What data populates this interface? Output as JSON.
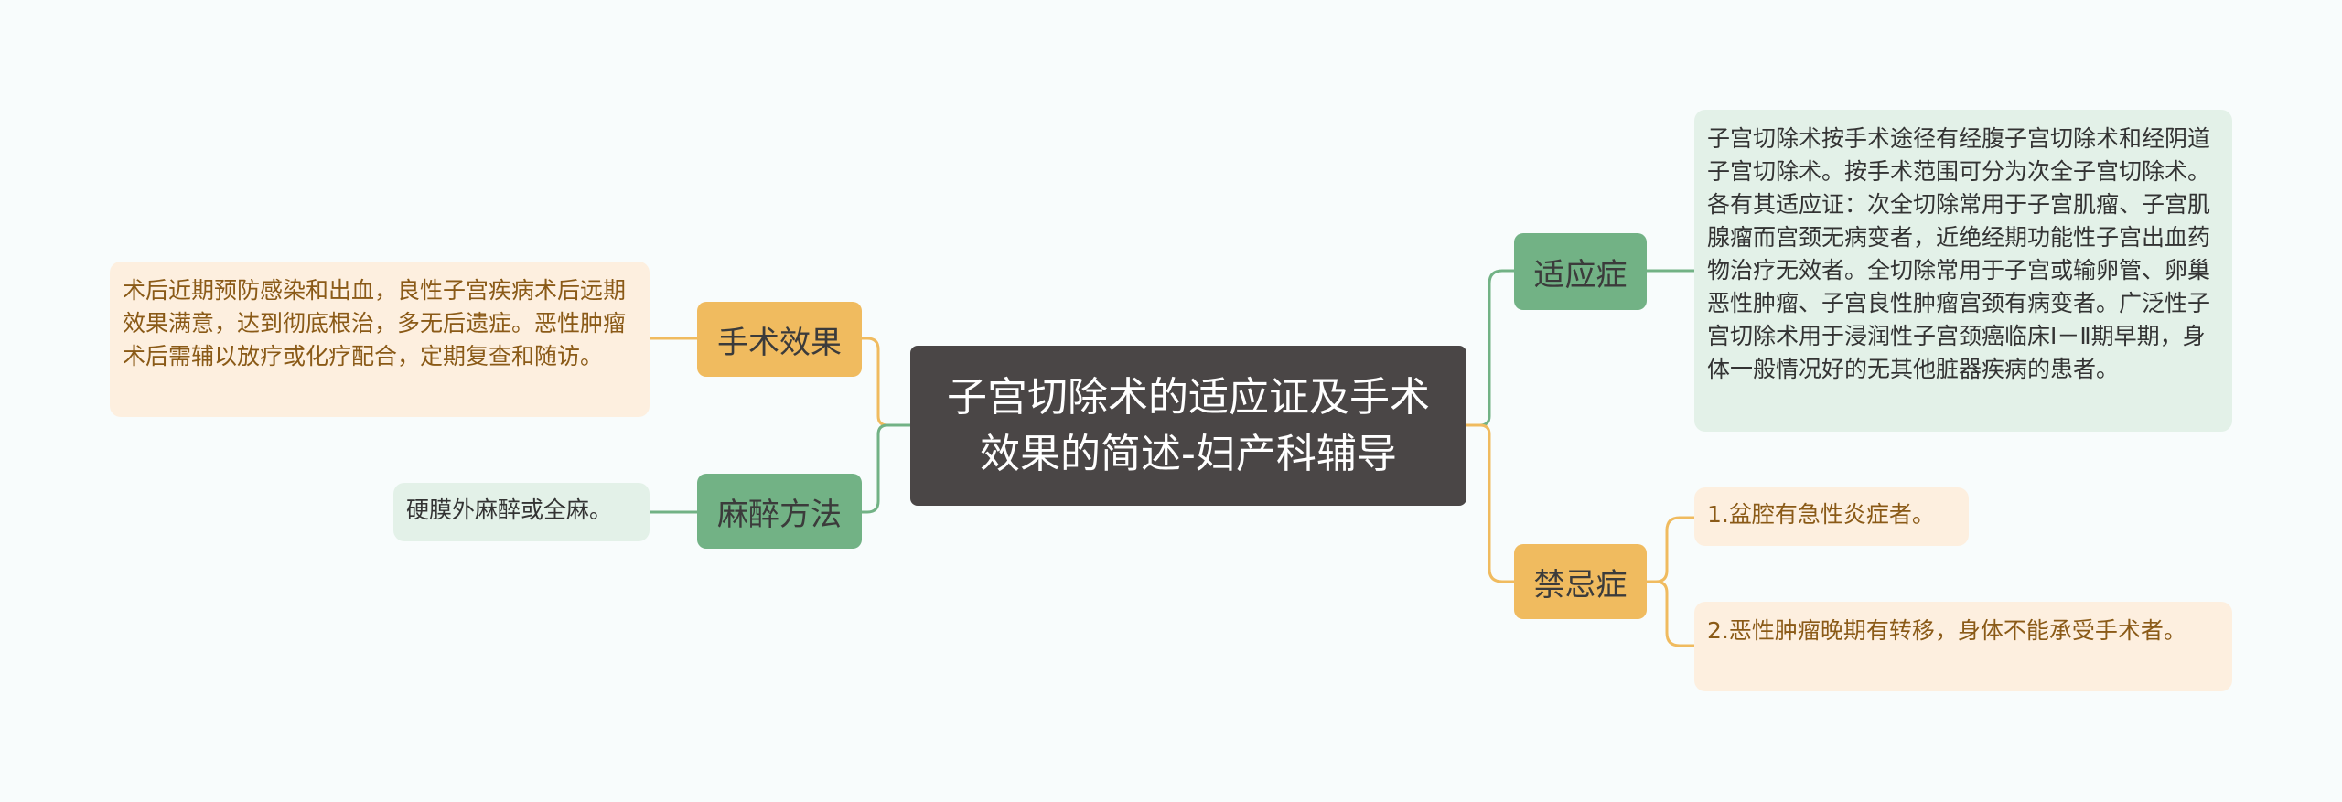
{
  "title": "子宫切除术的适应证及手术效果的简述-妇产科辅导",
  "colors": {
    "orange": "#f0bb5f",
    "green": "#72b285",
    "center_bg": "#4a4646",
    "leaf_orange_bg": "#fdefdf",
    "leaf_green_bg": "#e3f1e8"
  },
  "branches": {
    "surgery_effect": {
      "label": "手术效果",
      "detail": "术后近期预防感染和出血，良性子宫疾病术后远期效果满意，达到彻底根治，多无后遗症。恶性肿瘤术后需辅以放疗或化疗配合，定期复查和随访。"
    },
    "anesthesia": {
      "label": "麻醉方法",
      "detail": "硬膜外麻醉或全麻。"
    },
    "indications": {
      "label": "适应症",
      "detail": "子宫切除术按手术途径有经腹子宫切除术和经阴道子宫切除术。按手术范围可分为次全子宫切除术。各有其适应证：次全切除常用于子宫肌瘤、子宫肌腺瘤而宫颈无病变者，近绝经期功能性子宫出血药物治疗无效者。全切除常用于子宫或输卵管、卵巢恶性肿瘤、子宫良性肿瘤宫颈有病变者。广泛性子宫切除术用于浸润性子宫颈癌临床Ⅰ－Ⅱ期早期，身体一般情况好的无其他脏器疾病的患者。"
    },
    "contraindications": {
      "label": "禁忌症",
      "items": [
        "1.盆腔有急性炎症者。",
        "2.恶性肿瘤晚期有转移，身体不能承受手术者。"
      ]
    }
  }
}
